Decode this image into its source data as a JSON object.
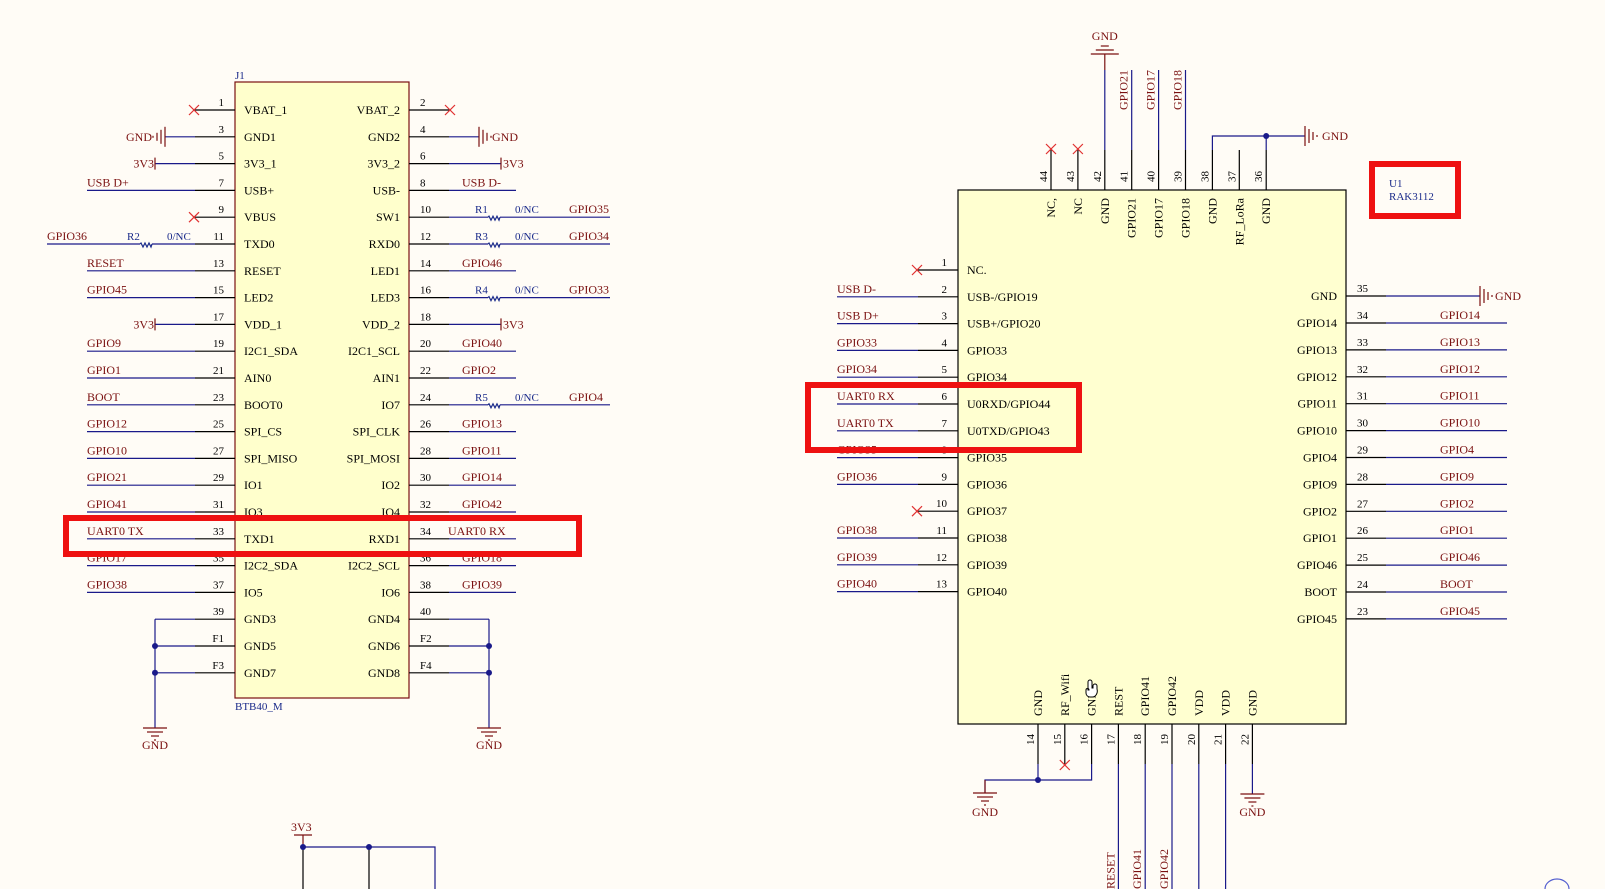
{
  "sheet": {
    "background": "#fffcf6",
    "colors": {
      "wire": "#1a1a8a",
      "net_label": "#7a1010",
      "highlight": "#ee1111",
      "body_fill": "#ffffcc",
      "no_connect": "#e03030"
    }
  },
  "j1": {
    "designator": "J1",
    "part": "BTB40_M",
    "left_pins": [
      {
        "num": "1",
        "name": "VBAT_1",
        "net": "",
        "nc": true
      },
      {
        "num": "3",
        "name": "GND1",
        "net": "GND",
        "power": "gnd"
      },
      {
        "num": "5",
        "name": "3V3_1",
        "net": "3V3",
        "power": "vcc"
      },
      {
        "num": "7",
        "name": "USB+",
        "net": "USB_D+"
      },
      {
        "num": "9",
        "name": "VBUS",
        "net": "",
        "nc": true
      },
      {
        "num": "11",
        "name": "TXD0",
        "net": "GPIO36",
        "res": {
          "ref": "R2",
          "val": "0/NC"
        }
      },
      {
        "num": "13",
        "name": "RESET",
        "net": "RESET"
      },
      {
        "num": "15",
        "name": "LED2",
        "net": "GPIO45"
      },
      {
        "num": "17",
        "name": "VDD_1",
        "net": "3V3",
        "power": "vcc"
      },
      {
        "num": "19",
        "name": "I2C1_SDA",
        "net": "GPIO9"
      },
      {
        "num": "21",
        "name": "AIN0",
        "net": "GPIO1"
      },
      {
        "num": "23",
        "name": "BOOT0",
        "net": "BOOT"
      },
      {
        "num": "25",
        "name": "SPI_CS",
        "net": "GPIO12"
      },
      {
        "num": "27",
        "name": "SPI_MISO",
        "net": "GPIO10"
      },
      {
        "num": "29",
        "name": "IO1",
        "net": "GPIO21"
      },
      {
        "num": "31",
        "name": "IO3",
        "net": "GPIO41"
      },
      {
        "num": "33",
        "name": "TXD1",
        "net": "UART0_TX"
      },
      {
        "num": "35",
        "name": "I2C2_SDA",
        "net": "GPIO17"
      },
      {
        "num": "37",
        "name": "IO5",
        "net": "GPIO38"
      },
      {
        "num": "39",
        "name": "GND3",
        "net": "",
        "gndbus": true
      },
      {
        "num": "F1",
        "name": "GND5",
        "net": "",
        "gndbus": true
      },
      {
        "num": "F3",
        "name": "GND7",
        "net": "",
        "gndbus": true
      }
    ],
    "right_pins": [
      {
        "num": "2",
        "name": "VBAT_2",
        "net": "",
        "nc": true
      },
      {
        "num": "4",
        "name": "GND2",
        "net": "GND",
        "power": "gnd"
      },
      {
        "num": "6",
        "name": "3V3_2",
        "net": "3V3",
        "power": "vcc"
      },
      {
        "num": "8",
        "name": "USB-",
        "net": "USB_D-"
      },
      {
        "num": "10",
        "name": "SW1",
        "net": "GPIO35",
        "res": {
          "ref": "R1",
          "val": "0/NC"
        }
      },
      {
        "num": "12",
        "name": "RXD0",
        "net": "GPIO34",
        "res": {
          "ref": "R3",
          "val": "0/NC"
        }
      },
      {
        "num": "14",
        "name": "LED1",
        "net": "GPIO46"
      },
      {
        "num": "16",
        "name": "LED3",
        "net": "GPIO33",
        "res": {
          "ref": "R4",
          "val": "0/NC"
        }
      },
      {
        "num": "18",
        "name": "VDD_2",
        "net": "3V3",
        "power": "vcc"
      },
      {
        "num": "20",
        "name": "I2C1_SCL",
        "net": "GPIO40"
      },
      {
        "num": "22",
        "name": "AIN1",
        "net": "GPIO2"
      },
      {
        "num": "24",
        "name": "IO7",
        "net": "GPIO4",
        "res": {
          "ref": "R5",
          "val": "0/NC"
        }
      },
      {
        "num": "26",
        "name": "SPI_CLK",
        "net": "GPIO13"
      },
      {
        "num": "28",
        "name": "SPI_MOSI",
        "net": "GPIO11"
      },
      {
        "num": "30",
        "name": "IO2",
        "net": "GPIO14"
      },
      {
        "num": "32",
        "name": "IO4",
        "net": "GPIO42"
      },
      {
        "num": "34",
        "name": "RXD1",
        "net": "UART0_RX"
      },
      {
        "num": "36",
        "name": "I2C2_SCL",
        "net": "GPIO18"
      },
      {
        "num": "38",
        "name": "IO6",
        "net": "GPIO39"
      },
      {
        "num": "40",
        "name": "GND4",
        "net": "",
        "gndbus": true
      },
      {
        "num": "F2",
        "name": "GND6",
        "net": "",
        "gndbus": true
      },
      {
        "num": "F4",
        "name": "GND8",
        "net": "",
        "gndbus": true
      }
    ],
    "gnd_label": "GND"
  },
  "u1": {
    "designator": "U1",
    "part": "RAK3112",
    "left_pins": [
      {
        "num": "1",
        "name": "NC.",
        "net": "",
        "nc": true
      },
      {
        "num": "2",
        "name": "USB-/GPIO19",
        "net": "USB_D-"
      },
      {
        "num": "3",
        "name": "USB+/GPIO20",
        "net": "USB_D+"
      },
      {
        "num": "4",
        "name": "GPIO33",
        "net": "GPIO33"
      },
      {
        "num": "5",
        "name": "GPIO34",
        "net": "GPIO34"
      },
      {
        "num": "6",
        "name": "U0RXD/GPIO44",
        "net": "UART0_RX"
      },
      {
        "num": "7",
        "name": "U0TXD/GPIO43",
        "net": "UART0_TX"
      },
      {
        "num": "8",
        "name": "GPIO35",
        "net": "GPIO35"
      },
      {
        "num": "9",
        "name": "GPIO36",
        "net": "GPIO36"
      },
      {
        "num": "10",
        "name": "GPIO37",
        "net": "",
        "nc": true
      },
      {
        "num": "11",
        "name": "GPIO38",
        "net": "GPIO38"
      },
      {
        "num": "12",
        "name": "GPIO39",
        "net": "GPIO39"
      },
      {
        "num": "13",
        "name": "GPIO40",
        "net": "GPIO40"
      }
    ],
    "right_pins": [
      {
        "num": "35",
        "name": "GND",
        "net": "GND",
        "power": "gnd"
      },
      {
        "num": "34",
        "name": "GPIO14",
        "net": "GPIO14"
      },
      {
        "num": "33",
        "name": "GPIO13",
        "net": "GPIO13"
      },
      {
        "num": "32",
        "name": "GPIO12",
        "net": "GPIO12"
      },
      {
        "num": "31",
        "name": "GPIO11",
        "net": "GPIO11"
      },
      {
        "num": "30",
        "name": "GPIO10",
        "net": "GPIO10"
      },
      {
        "num": "29",
        "name": "GPIO4",
        "net": "GPIO4"
      },
      {
        "num": "28",
        "name": "GPIO9",
        "net": "GPIO9"
      },
      {
        "num": "27",
        "name": "GPIO2",
        "net": "GPIO2"
      },
      {
        "num": "26",
        "name": "GPIO1",
        "net": "GPIO1"
      },
      {
        "num": "25",
        "name": "GPIO46",
        "net": "GPIO46"
      },
      {
        "num": "24",
        "name": "BOOT",
        "net": "BOOT"
      },
      {
        "num": "23",
        "name": "GPIO45",
        "net": "GPIO45"
      }
    ],
    "top_pins": [
      {
        "num": "44",
        "name": "NC,",
        "nc": true
      },
      {
        "num": "43",
        "name": "NC",
        "nc": true
      },
      {
        "num": "42",
        "name": "GND",
        "net": "GND",
        "gndtop": true
      },
      {
        "num": "41",
        "name": "GPIO21",
        "net": "GPIO21"
      },
      {
        "num": "40",
        "name": "GPIO17",
        "net": "GPIO17"
      },
      {
        "num": "39",
        "name": "GPIO18",
        "net": "GPIO18"
      },
      {
        "num": "38",
        "name": "GND",
        "bus": true
      },
      {
        "num": "37",
        "name": "RF_LoRa"
      },
      {
        "num": "36",
        "name": "GND",
        "bus": true
      }
    ],
    "top_gnd_label": "GND",
    "top_bus_gnd_label": "GND",
    "bottom_pins": [
      {
        "num": "14",
        "name": "GND",
        "bus": true
      },
      {
        "num": "15",
        "name": "RF_Wifi",
        "nc": true
      },
      {
        "num": "16",
        "name": "GND",
        "bus": true
      },
      {
        "num": "17",
        "name": "REST",
        "net": "RESET"
      },
      {
        "num": "18",
        "name": "GPIO41",
        "net": "GPIO41"
      },
      {
        "num": "19",
        "name": "GPIO42",
        "net": "GPIO42"
      },
      {
        "num": "20",
        "name": "VDD"
      },
      {
        "num": "21",
        "name": "VDD"
      },
      {
        "num": "22",
        "name": "GND",
        "gnd": true
      }
    ],
    "bottom_gnd_labels": [
      "GND",
      "GND"
    ],
    "bottom_net_fragments": [
      "RESET",
      "GPIO41",
      "GPIO42"
    ]
  },
  "power_3v3_fragment": {
    "label": "3V3"
  },
  "highlights": [
    {
      "target": "j1-uart0-pins",
      "label": "UART0 TX / UART0 RX"
    },
    {
      "target": "u1-uart0-pins",
      "label": "UART0 RX / UART0 TX"
    },
    {
      "target": "u1-designator",
      "label": "U1 RAK3112"
    }
  ]
}
